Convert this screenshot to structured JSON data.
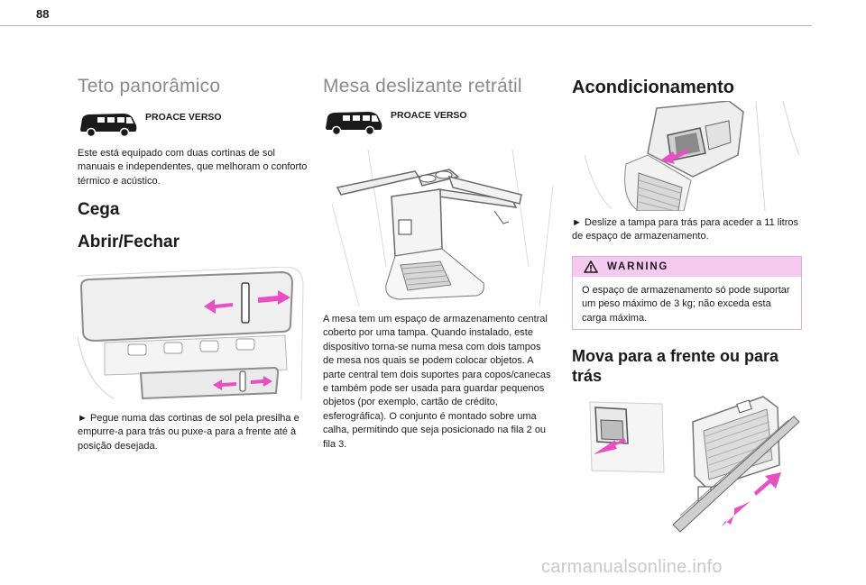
{
  "page": {
    "number": "88"
  },
  "col1": {
    "title": "Teto panorâmico",
    "model": "PROACE VERSO",
    "intro": "Este está equipado com duas cortinas de sol manuais e independentes, que melhoram o conforto térmico e acústico.",
    "section": "Cega",
    "subsection": "Abrir/Fechar",
    "instruction": "► Pegue numa das cortinas de sol pela presilha e empurre-a para trás ou puxe-a para a frente até à posição desejada."
  },
  "col2": {
    "title": "Mesa deslizante retrátil",
    "model": "PROACE VERSO",
    "body": "A mesa tem um espaço de armazenamento central coberto por uma tampa. Quando instalado, este dispositivo torna-se numa mesa com dois tampos de mesa nos quais se podem colocar objetos. A parte central tem dois suportes para copos/canecas e também pode ser usada para guardar pequenos objetos (por exemplo, cartão de crédito, esferográfica). O conjunto é montado sobre uma calha, permitindo que seja posicionado na fila 2 ou fila 3."
  },
  "col3": {
    "title": "Acondicionamento",
    "instruction": "► Deslize a tampa para trás para aceder a 11 litros de espaço de armazenamento.",
    "warning_title": "WARNING",
    "warning_text": "O espaço de armazenamento só pode suportar um peso máximo de 3 kg; não exceda esta carga máxima.",
    "section": "Mova para a frente ou para trás"
  },
  "footer": {
    "watermark": "carmanualsonline.info"
  },
  "colors": {
    "accent_pink": "#e94fc4",
    "warning_bar": "#f6c9f0",
    "heading_gray": "#8a8a8a"
  }
}
